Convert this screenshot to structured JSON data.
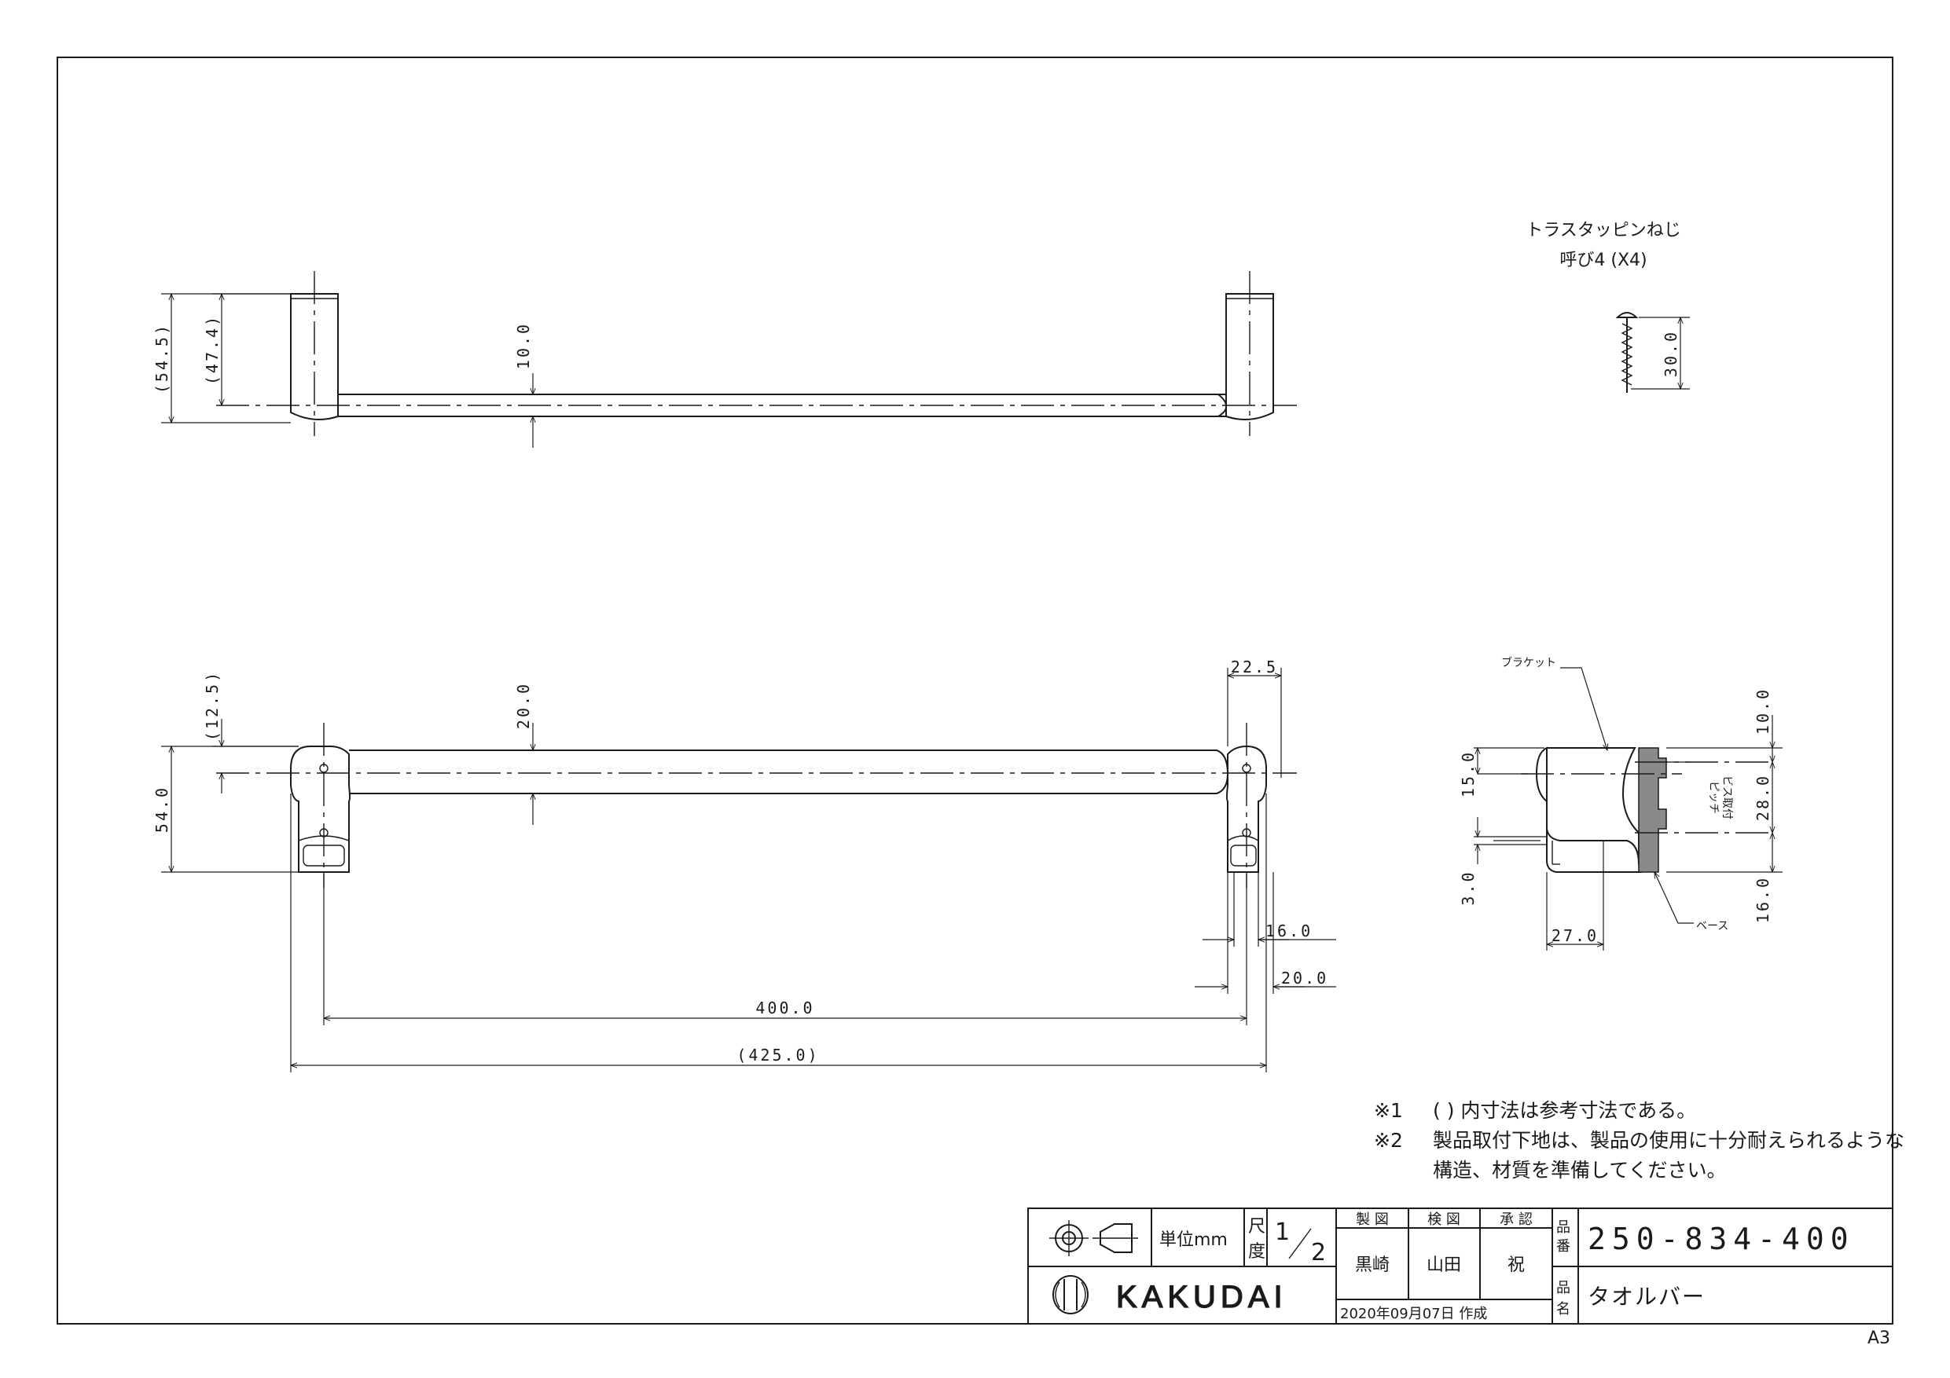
{
  "screw_label": {
    "line1": "トラスタッピンねじ",
    "line2": "呼び4 (X4)"
  },
  "dims": {
    "d54_5": "(54.5)",
    "d47_4": "(47.4)",
    "d10_0": "10.0",
    "d30_0": "30.0",
    "d12_5": "(12.5)",
    "d20_0v": "20.0",
    "d54_0": "54.0",
    "d22_5": "22.5",
    "d16_0h": "16.0",
    "d20_0h": "20.0",
    "d400": "400.0",
    "d425": "(425.0)",
    "d15_0": "15.0",
    "d3_0": "3.0",
    "d27_0": "27.0",
    "d10_0r": "10.0",
    "d28_0": "28.0",
    "d16_0r": "16.0"
  },
  "side_labels": {
    "bracket": "ブラケット",
    "base": "ベース",
    "pitch_line1": "ビス取付",
    "pitch_line2": "ピッチ"
  },
  "notes": {
    "n1_mark": "※1",
    "n1_text": "(   ) 内寸法は参考寸法である。",
    "n2_mark": "※2",
    "n2_line1": "製品取付下地は、製品の使用に十分耐えられるような",
    "n2_line2": "構造、材質を準備してください。"
  },
  "title_block": {
    "unit_label": "単位mm",
    "scale_label_1": "尺",
    "scale_label_2": "度",
    "scale_num": "1",
    "scale_den": "2",
    "drawn_label": "製 図",
    "checked_label": "検 図",
    "approved_label": "承 認",
    "drawn_name": "黒崎",
    "checked_name": "山田",
    "approved_name": "祝",
    "part_no_label_1": "品",
    "part_no_label_2": "番",
    "part_no": "250-834-400",
    "part_name_label_1": "品",
    "part_name_label_2": "名",
    "part_name": "タオルバー",
    "date_text": "2020年09月07日 作成",
    "company": "KAKUDAI"
  },
  "sheet_size": "A3"
}
